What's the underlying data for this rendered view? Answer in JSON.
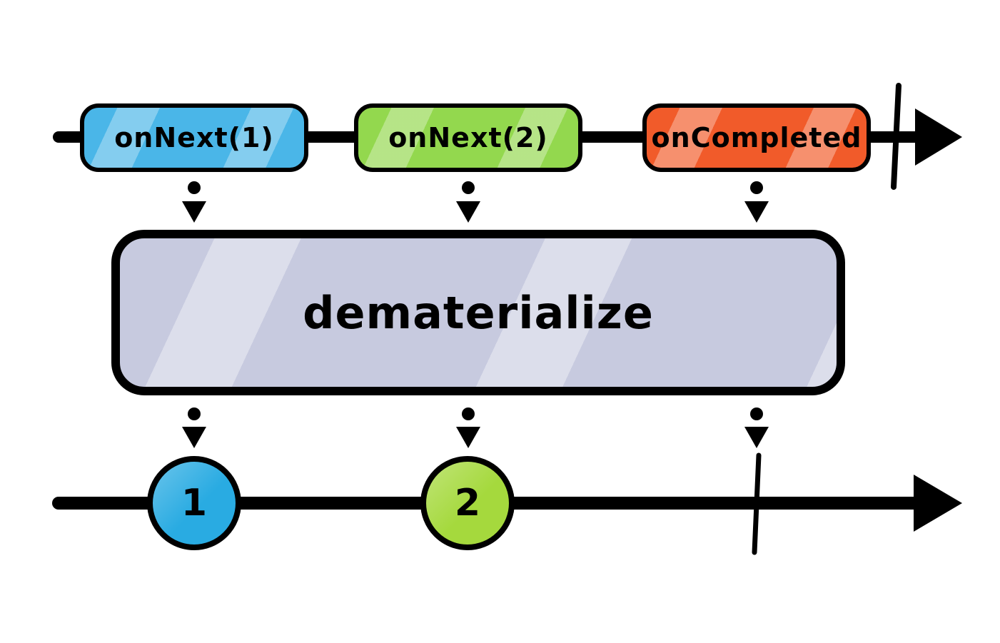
{
  "diagram": {
    "operator": {
      "label": "dematerialize"
    },
    "input_timeline": {
      "events": [
        {
          "label": "onNext(1)",
          "color": "#4ab6e8",
          "type": "notification-pill"
        },
        {
          "label": "onNext(2)",
          "color": "#93d84e",
          "type": "notification-pill"
        },
        {
          "label": "onCompleted",
          "color": "#f15b2a",
          "type": "notification-pill"
        }
      ],
      "terminator": "complete-tick-with-arrow"
    },
    "output_timeline": {
      "marbles": [
        {
          "label": "1",
          "color": "#29abe2"
        },
        {
          "label": "2",
          "color": "#a5d93d"
        }
      ],
      "terminator": "complete-tick-with-arrow"
    },
    "colors": {
      "operator_fill": "#c7cadf",
      "stroke": "#000000",
      "background": "#ffffff"
    }
  }
}
